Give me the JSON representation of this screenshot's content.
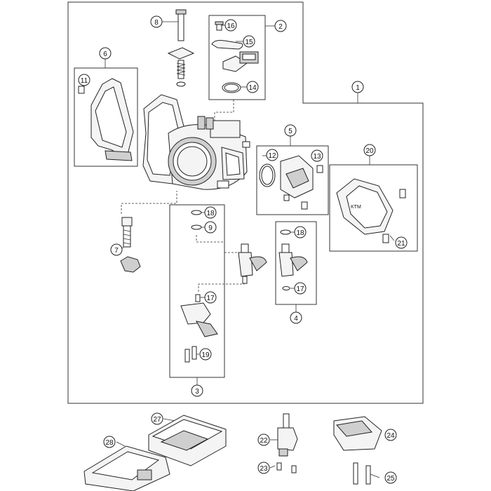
{
  "diagram": {
    "callouts": {
      "c1": "1",
      "c2": "2",
      "c3": "3",
      "c4": "4",
      "c5": "5",
      "c6": "6",
      "c7": "7",
      "c8": "8",
      "c9": "9",
      "c11": "11",
      "c12": "12",
      "c13": "13",
      "c14": "14",
      "c15": "15",
      "c16": "16",
      "c17a": "17",
      "c17b": "17",
      "c18a": "18",
      "c18b": "18",
      "c19": "19",
      "c20": "20",
      "c21": "21",
      "c22": "22",
      "c23": "23",
      "c24": "24",
      "c25": "25",
      "c27": "27",
      "c28": "28"
    },
    "logo_text": "KTM"
  }
}
